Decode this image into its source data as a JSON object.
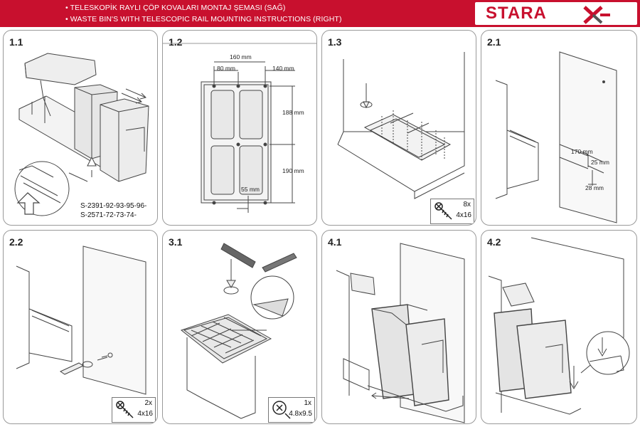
{
  "header": {
    "line1": "• TELESKOPİK RAYLI ÇÖP KOVALARI MONTAJ ŞEMASI (SAĞ)",
    "line2": "• WASTE BIN'S WITH TELESCOPIC RAIL MOUNTING INSTRUCTIONS (RIGHT)",
    "logo": "STARA",
    "brand_color": "#c8102e"
  },
  "panels": {
    "p11": {
      "num": "1.1",
      "codes_line1": "S-2391-92-93-95-96-",
      "codes_line2": "S-2571-72-73-74-"
    },
    "p12": {
      "num": "1.2",
      "dims": {
        "d160": "160 mm",
        "d80": "80 mm",
        "d140": "140 mm",
        "d188": "188 mm",
        "d190": "190 mm",
        "d55": "55 mm"
      }
    },
    "p13": {
      "num": "1.3",
      "screw_qty": "8x",
      "screw_size": "4x16"
    },
    "p21": {
      "num": "2.1",
      "dims": {
        "d170": "170 mm",
        "d25": "25 mm",
        "d28": "28 mm"
      }
    },
    "p22": {
      "num": "2.2",
      "screw_qty": "2x",
      "screw_size": "4x16"
    },
    "p31": {
      "num": "3.1",
      "screw_qty": "1x",
      "screw_size": "4.8x9.5"
    },
    "p41": {
      "num": "4.1"
    },
    "p42": {
      "num": "4.2"
    }
  }
}
